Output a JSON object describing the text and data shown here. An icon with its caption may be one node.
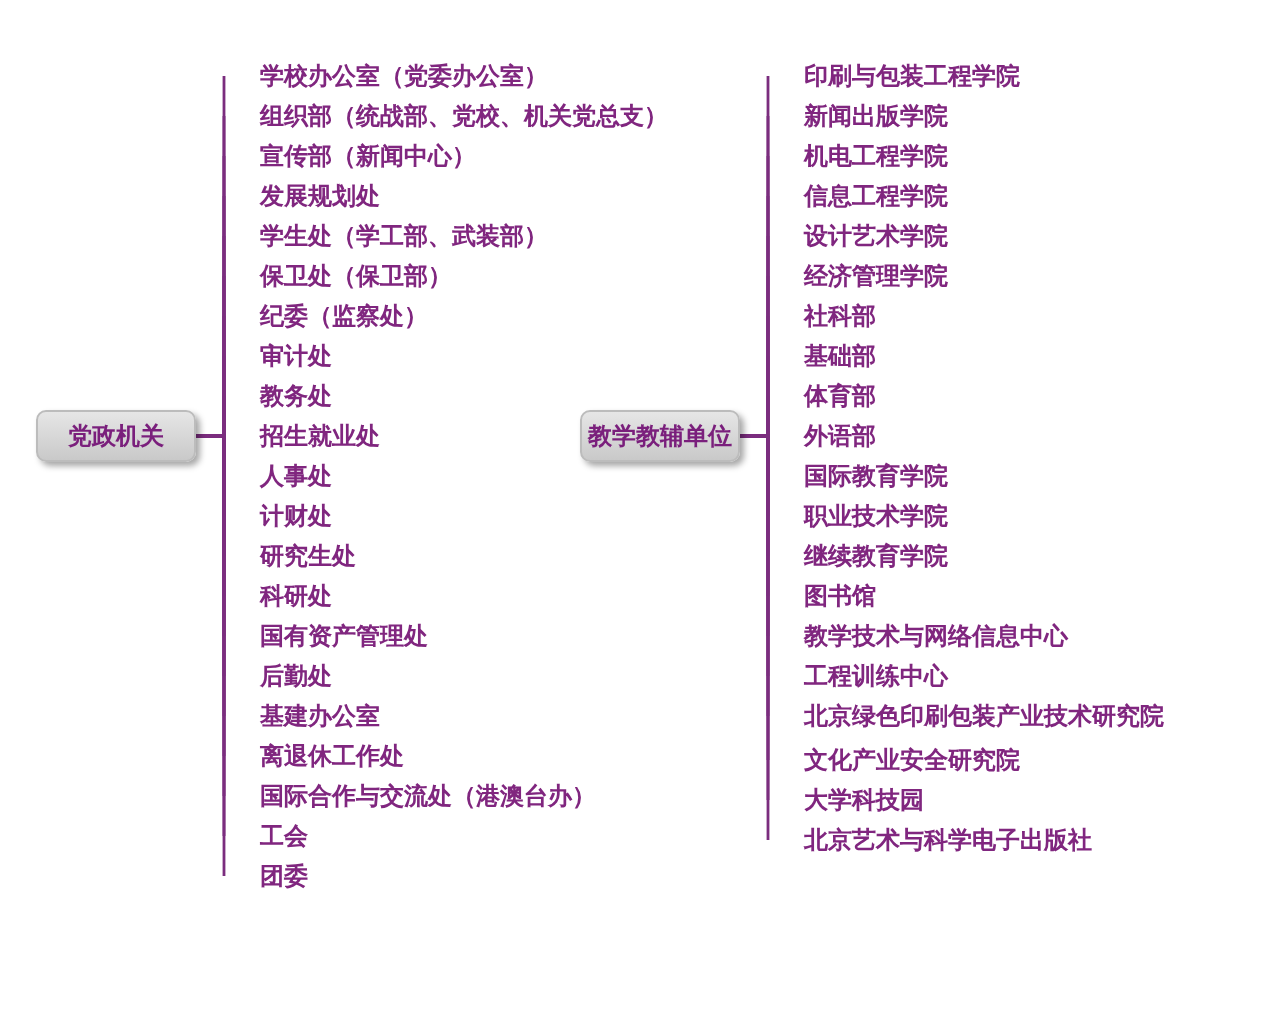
{
  "diagram": {
    "nodes": [
      {
        "text": [
          "党政机关"
        ]
      },
      {
        "text": [
          "学校办公室（党委办公室）"
        ]
      },
      {
        "text": [
          "组织部（统战部、党校、机关党总支）"
        ]
      },
      {
        "text": [
          "宣传部（新闻中心）"
        ]
      },
      {
        "text": [
          "发展规划处"
        ]
      },
      {
        "text": [
          "学生处（学工部、武装部）"
        ]
      },
      {
        "text": [
          "保卫处（保卫部）"
        ]
      },
      {
        "text": [
          "纪委（监察处）"
        ]
      },
      {
        "text": [
          "审计处"
        ]
      },
      {
        "text": [
          "教务处"
        ]
      },
      {
        "text": [
          "招生就业处"
        ]
      },
      {
        "text": [
          "人事处"
        ]
      },
      {
        "text": [
          "计财处"
        ]
      },
      {
        "text": [
          "研究生处"
        ]
      },
      {
        "text": [
          "科研处"
        ]
      },
      {
        "text": [
          "国有资产管理处"
        ]
      },
      {
        "text": [
          "后勤处"
        ]
      },
      {
        "text": [
          "基建办公室"
        ]
      },
      {
        "text": [
          "离退休工作处"
        ]
      },
      {
        "text": [
          "国际合作与交流处（港澳台办）"
        ]
      },
      {
        "text": [
          "工会"
        ]
      },
      {
        "text": [
          "团委"
        ]
      },
      {
        "text": [
          "教学教辅单位"
        ]
      },
      {
        "text": [
          "印刷与包装工程学院"
        ]
      },
      {
        "text": [
          "新闻出版学院"
        ]
      },
      {
        "text": [
          "机电工程学院"
        ]
      },
      {
        "text": [
          "信息工程学院"
        ]
      },
      {
        "text": [
          "设计艺术学院"
        ]
      },
      {
        "text": [
          "经济管理学院"
        ]
      },
      {
        "text": [
          "社科部"
        ]
      },
      {
        "text": [
          "基础部"
        ]
      },
      {
        "text": [
          "体育部"
        ]
      },
      {
        "text": [
          "外语部"
        ]
      },
      {
        "text": [
          "国际教育学院"
        ]
      },
      {
        "text": [
          "职业技术学院"
        ]
      },
      {
        "text": [
          "继续教育学院"
        ]
      },
      {
        "text": [
          "图书馆"
        ]
      },
      {
        "text": [
          "教学技术与网络信息中心"
        ]
      },
      {
        "text": [
          "工程训练中心"
        ]
      },
      {
        "text": [
          "北京绿色印刷包装产业技术研究院"
        ]
      },
      {
        "text": [
          "文化产业安全研究院"
        ]
      },
      {
        "text": [
          "大学科技园"
        ]
      },
      {
        "text": [
          "北京艺术与科学电子出版社"
        ]
      }
    ],
    "edges": [
      {
        "from": 0,
        "to": 1,
        "arrow": "none"
      },
      {
        "from": 0,
        "to": 2,
        "arrow": "none"
      },
      {
        "from": 0,
        "to": 3,
        "arrow": "none"
      },
      {
        "from": 0,
        "to": 4,
        "arrow": "none"
      },
      {
        "from": 0,
        "to": 5,
        "arrow": "none"
      },
      {
        "from": 0,
        "to": 6,
        "arrow": "none"
      },
      {
        "from": 0,
        "to": 7,
        "arrow": "none"
      },
      {
        "from": 0,
        "to": 8,
        "arrow": "none"
      },
      {
        "from": 0,
        "to": 9,
        "arrow": "none"
      },
      {
        "from": 0,
        "to": 10,
        "arrow": "none"
      },
      {
        "from": 0,
        "to": 11,
        "arrow": "none"
      },
      {
        "from": 0,
        "to": 12,
        "arrow": "none"
      },
      {
        "from": 0,
        "to": 13,
        "arrow": "none"
      },
      {
        "from": 0,
        "to": 14,
        "arrow": "none"
      },
      {
        "from": 0,
        "to": 15,
        "arrow": "none"
      },
      {
        "from": 0,
        "to": 16,
        "arrow": "none"
      },
      {
        "from": 0,
        "to": 17,
        "arrow": "none"
      },
      {
        "from": 0,
        "to": 18,
        "arrow": "none"
      },
      {
        "from": 0,
        "to": 19,
        "arrow": "none"
      },
      {
        "from": 0,
        "to": 20,
        "arrow": "none"
      },
      {
        "from": 0,
        "to": 21,
        "arrow": "none"
      },
      {
        "from": 22,
        "to": 23,
        "arrow": "none"
      },
      {
        "from": 22,
        "to": 24,
        "arrow": "none"
      },
      {
        "from": 22,
        "to": 25,
        "arrow": "none"
      },
      {
        "from": 22,
        "to": 26,
        "arrow": "none"
      },
      {
        "from": 22,
        "to": 27,
        "arrow": "none"
      },
      {
        "from": 22,
        "to": 28,
        "arrow": "none"
      },
      {
        "from": 22,
        "to": 29,
        "arrow": "none"
      },
      {
        "from": 22,
        "to": 30,
        "arrow": "none"
      },
      {
        "from": 22,
        "to": 31,
        "arrow": "none"
      },
      {
        "from": 22,
        "to": 32,
        "arrow": "none"
      },
      {
        "from": 22,
        "to": 33,
        "arrow": "none"
      },
      {
        "from": 22,
        "to": 34,
        "arrow": "none"
      },
      {
        "from": 22,
        "to": 35,
        "arrow": "none"
      },
      {
        "from": 22,
        "to": 36,
        "arrow": "none"
      },
      {
        "from": 22,
        "to": 37,
        "arrow": "none"
      },
      {
        "from": 22,
        "to": 38,
        "arrow": "none"
      },
      {
        "from": 22,
        "to": 39,
        "arrow": "none"
      },
      {
        "from": 22,
        "to": 40,
        "arrow": "none"
      },
      {
        "from": 22,
        "to": 41,
        "arrow": "none"
      },
      {
        "from": 22,
        "to": 42,
        "arrow": "none"
      }
    ]
  }
}
